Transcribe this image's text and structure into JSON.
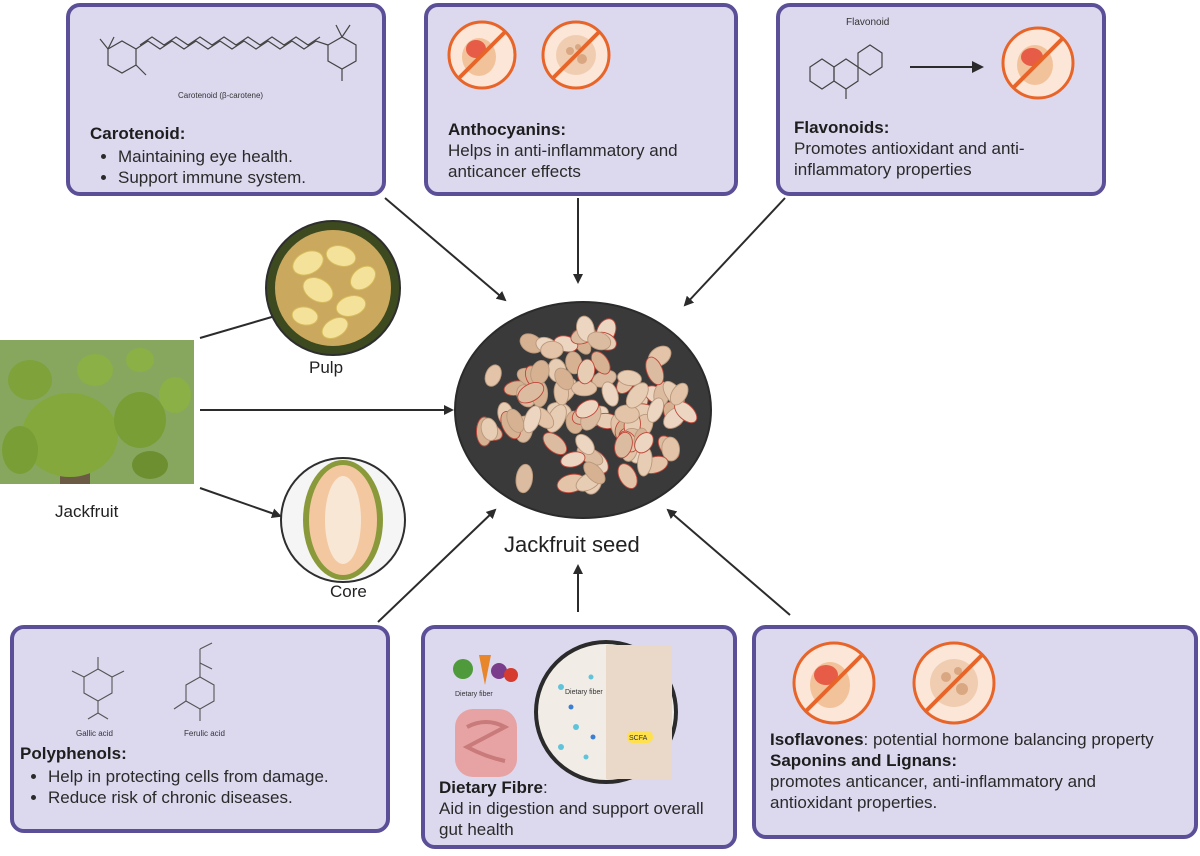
{
  "center": {
    "label": "Jackfruit seed"
  },
  "sources": {
    "jackfruit": "Jackfruit",
    "pulp": "Pulp",
    "core": "Core"
  },
  "boxes": {
    "carotenoid": {
      "molecule_label": "Carotenoid (β-carotene)",
      "title": "Carotenoid:",
      "bullets": [
        "Maintaining eye health.",
        "Support immune system."
      ]
    },
    "anthocyanins": {
      "title": "Anthocyanins:",
      "text": "Helps in anti-inflammatory and anticancer effects"
    },
    "flavonoids": {
      "molecule_label": "Flavonoid",
      "title": "Flavonoids:",
      "text": "Promotes antioxidant and anti-inflammatory properties"
    },
    "polyphenols": {
      "molecule_labels": [
        "Gallic acid",
        "Ferulic acid"
      ],
      "title": "Polyphenols:",
      "bullets": [
        "Help in protecting cells from damage.",
        "Reduce risk of chronic diseases."
      ]
    },
    "dietary_fibre": {
      "image_labels": [
        "Dietary fiber",
        "Dietary fiber",
        "SCFA"
      ],
      "title": "Dietary Fibre",
      "text": "Aid in digestion and support overall gut health"
    },
    "isoflavones": {
      "title": "Isoflavones",
      "text": "potential hormone balancing property",
      "title2": "Saponins and Lignans:",
      "text2": "promotes anticancer, anti-inflammatory and antioxidant properties."
    }
  },
  "colors": {
    "box_fill": "#dcd9ef",
    "box_border": "#5b4f98",
    "icon_orange": "#e8652a",
    "seed_bg": "#3a3a3a"
  }
}
